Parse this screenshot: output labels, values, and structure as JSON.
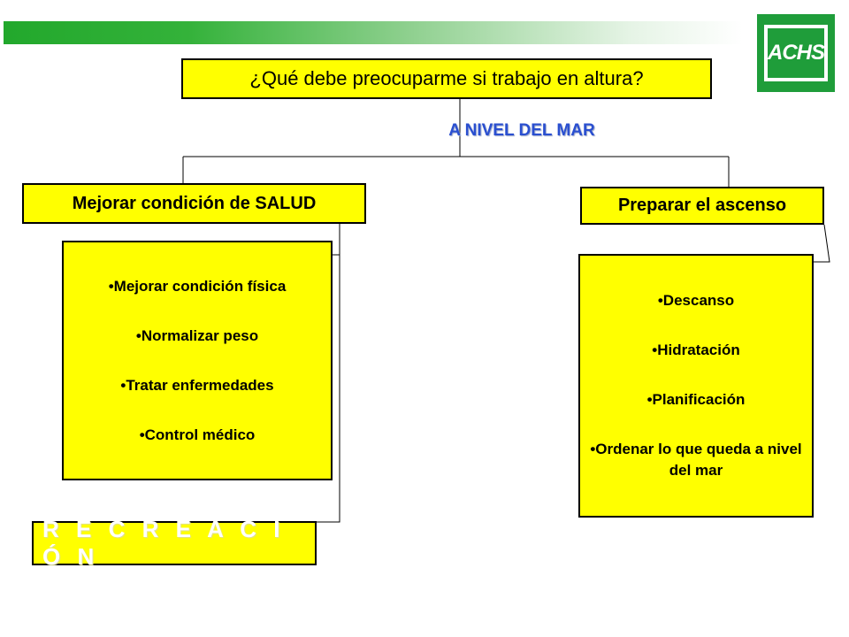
{
  "brand": {
    "logo_text": "ACHS",
    "logo_color": "#1f9d3a",
    "bar_color": "#22a82c"
  },
  "diagram": {
    "title": "¿Qué debe preocuparme si trabajo en altura?",
    "subtitle": "A NIVEL DEL MAR",
    "left_branch": {
      "heading": "Mejorar condición de SALUD",
      "items": [
        "•Mejorar condición física",
        "•Normalizar peso",
        "•Tratar enfermedades",
        "•Control médico"
      ]
    },
    "right_branch": {
      "heading": "Preparar el ascenso",
      "items": [
        "•Descanso",
        "•Hidratación",
        "•Planificación",
        "•Ordenar lo que queda a nivel del mar"
      ]
    },
    "bottom_box": "R E C R E A C I Ó N",
    "box_color": "#ffff00",
    "subtitle_color": "#2a4fd0"
  }
}
